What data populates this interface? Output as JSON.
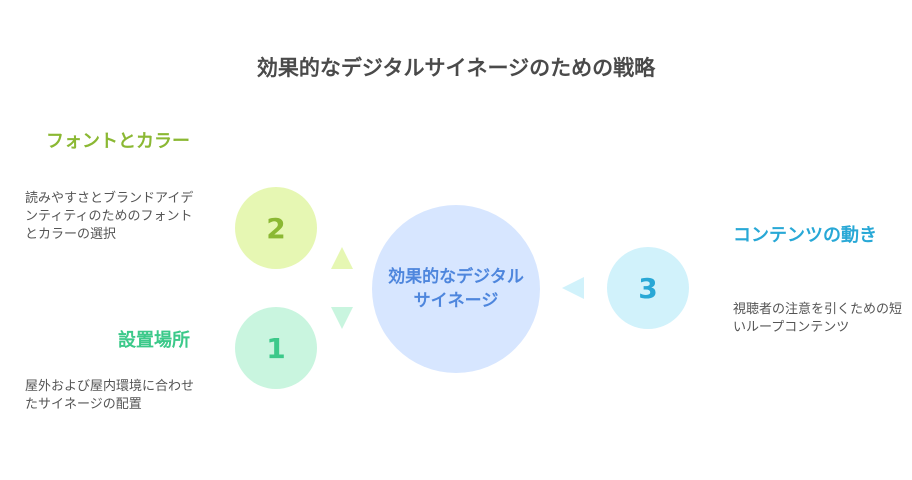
{
  "title": "効果的なデジタルサイネージのための戦略",
  "center": {
    "label": "効果的なデジタルサイネージ"
  },
  "items": [
    {
      "number": "2",
      "heading": "フォントとカラー",
      "description": "読みやすさとブランドアイデンティティのためのフォントとカラーの選択",
      "color": "#8bb833"
    },
    {
      "number": "1",
      "heading": "設置場所",
      "description": "屋外および屋内環境に合わせたサイネージの配置",
      "color": "#3cc98a"
    },
    {
      "number": "3",
      "heading": "コンテンツの動き",
      "description": "視聴者の注意を引くための短いループコンテンツ",
      "color": "#28a8d6"
    }
  ]
}
